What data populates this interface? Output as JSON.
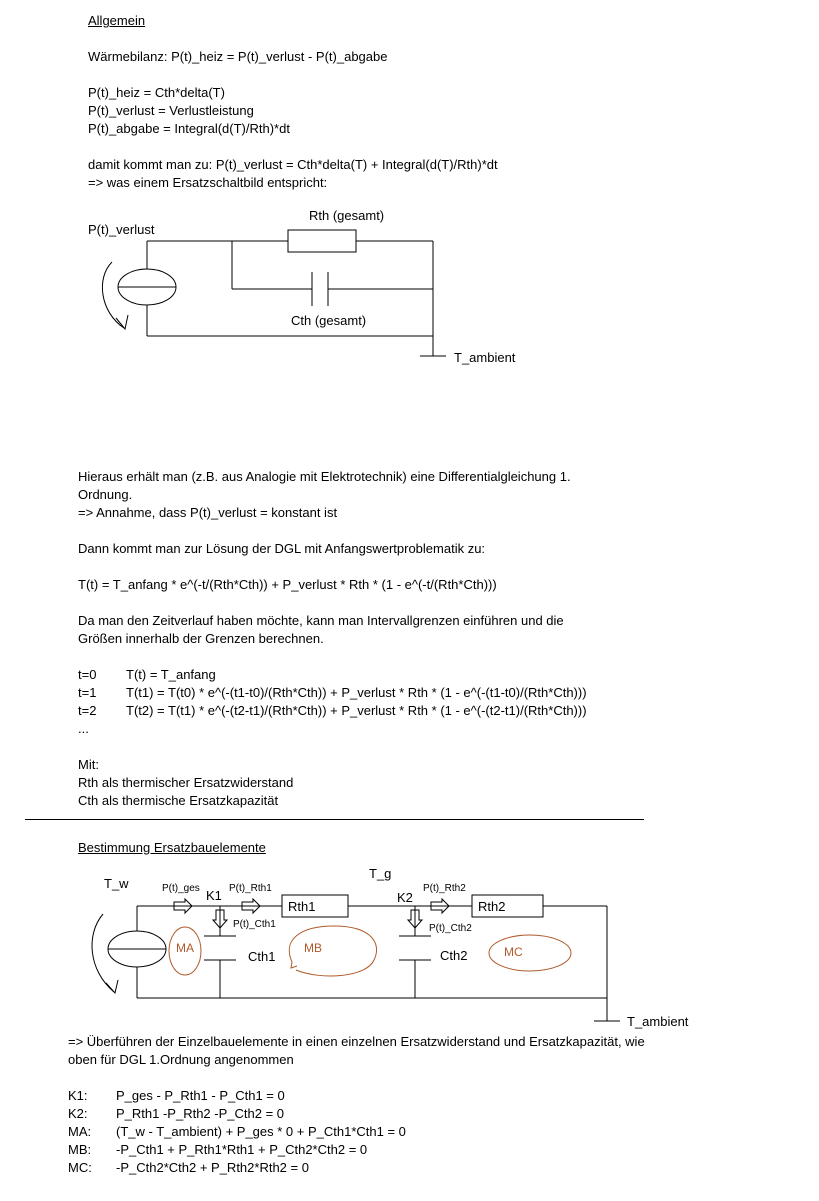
{
  "section1": {
    "heading": "Allgemein",
    "balance": "Wärmebilanz: P(t)_heiz = P(t)_verlust - P(t)_abgabe",
    "def_heiz": "P(t)_heiz = Cth*delta(T)",
    "def_verlust": "P(t)_verlust = Verlustleistung",
    "def_abgabe": "P(t)_abgabe = Integral(d(T)/Rth)*dt",
    "result": "damit kommt man zu: P(t)_verlust = Cth*delta(T) + Integral(d(T)/Rth)*dt",
    "equiv": "=> was einem Ersatzschaltbild entspricht:"
  },
  "circuit1": {
    "source_label": "P(t)_verlust",
    "rth_label": "Rth (gesamt)",
    "cth_label": "Cth (gesamt)",
    "ambient_label": "T_ambient"
  },
  "analysis": {
    "p1_line1": "Hieraus erhält man (z.B. aus Analogie mit Elektrotechnik) eine Differentialgleichung 1.",
    "p1_line2": "Ordnung.",
    "assumption": "=> Annahme, dass P(t)_verlust = konstant ist",
    "p2": "Dann kommt man zur Lösung der DGL mit Anfangswertproblematik zu:",
    "solution": "T(t) = T_anfang * e^(-t/(Rth*Cth)) + P_verlust * Rth * (1 - e^(-t/(Rth*Cth)))",
    "p3_line1": "Da man den Zeitverlauf haben möchte, kann man Intervallgrenzen einführen und die",
    "p3_line2": "Größen innerhalb der Grenzen berechnen.",
    "steps": [
      {
        "t": "t=0",
        "eq": "T(t) = T_anfang"
      },
      {
        "t": "t=1",
        "eq": "T(t1) = T(t0) * e^(-(t1-t0)/(Rth*Cth)) + P_verlust * Rth * (1 - e^(-(t1-t0)/(Rth*Cth)))"
      },
      {
        "t": "t=2",
        "eq": "T(t2) = T(t1) * e^(-(t2-t1)/(Rth*Cth)) + P_verlust * Rth * (1 - e^(-(t2-t1)/(Rth*Cth)))"
      }
    ],
    "ellipsis": "...",
    "mit": "Mit:",
    "rth_def": "Rth als thermischer Ersatzwiderstand",
    "cth_def": "Cth als thermische Ersatzkapazität"
  },
  "section2": {
    "heading": "Bestimmung Ersatzbauelemente"
  },
  "circuit2": {
    "t_w": "T_w",
    "t_g": "T_g",
    "p_ges": "P(t)_ges",
    "p_rth1": "P(t)_Rth1",
    "p_cth1": "P(t)_Cth1",
    "p_rth2": "P(t)_Rth2",
    "p_cth2": "P(t)_Cth2",
    "k1": "K1",
    "k2": "K2",
    "rth1": "Rth1",
    "rth2": "Rth2",
    "cth1": "Cth1",
    "cth2": "Cth2",
    "ma": "MA",
    "mb": "MB",
    "mc": "MC",
    "ambient": "T_ambient",
    "mesh_color": "#b05a2a"
  },
  "conclusion": {
    "line1": "=> Überführen der Einzelbauelemente in einen einzelnen Ersatzwiderstand und Ersatzkapazität, wie",
    "line2": "oben für DGL 1.Ordnung angenommen"
  },
  "equations": [
    {
      "label": "K1:",
      "eq": "P_ges - P_Rth1 - P_Cth1 = 0"
    },
    {
      "label": "K2:",
      "eq": "P_Rth1 -P_Rth2 -P_Cth2 = 0"
    },
    {
      "label": "MA:",
      "eq": "(T_w - T_ambient) + P_ges * 0 + P_Cth1*Cth1 = 0"
    },
    {
      "label": "MB:",
      "eq": "-P_Cth1 + P_Rth1*Rth1 + P_Cth2*Cth2 = 0"
    },
    {
      "label": "MC:",
      "eq": "-P_Cth2*Cth2 + P_Rth2*Rth2 = 0"
    }
  ]
}
